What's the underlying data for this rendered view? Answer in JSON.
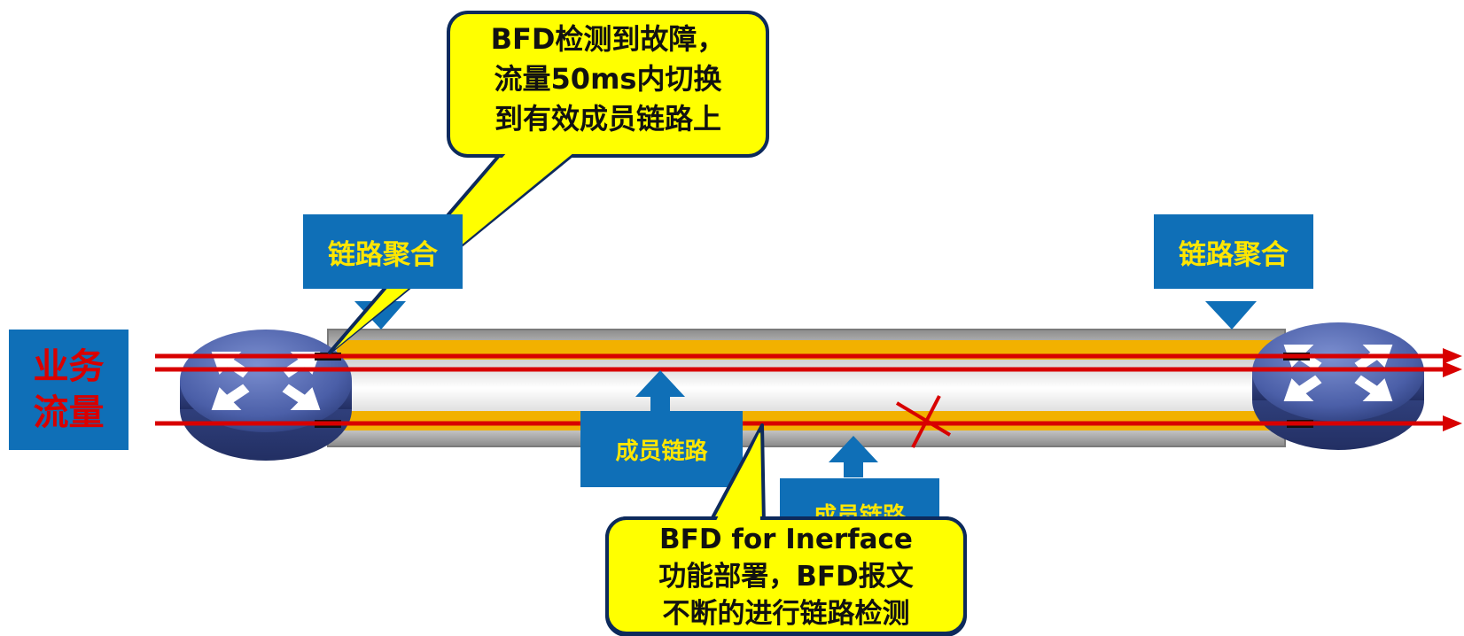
{
  "labels": {
    "traffic_line1": "业务",
    "traffic_line2": "流量",
    "agg_left": "链路聚合",
    "agg_right": "链路聚合",
    "member_link_1": "成员链路",
    "member_link_2": "成员链路"
  },
  "callouts": {
    "top": {
      "line1": "BFD检测到故障，",
      "line2": "流量50ms内切换",
      "line3": "到有效成员链路上"
    },
    "bottom": {
      "line1": "BFD for Inerface",
      "line2": "功能部署，BFD报文",
      "line3": "不断的进行链路检测"
    }
  },
  "colors": {
    "box_blue": "#0f6fb7",
    "label_yellow": "#ffe600",
    "traffic_red": "#d80000",
    "callout_fill": "#ffff00",
    "callout_border": "#0d2a5c",
    "link_orange": "#f2b100",
    "router_body": "#4b5fa8"
  },
  "icons": {
    "router_left": "router-icon",
    "router_right": "router-icon",
    "fault": "x-mark-icon"
  }
}
